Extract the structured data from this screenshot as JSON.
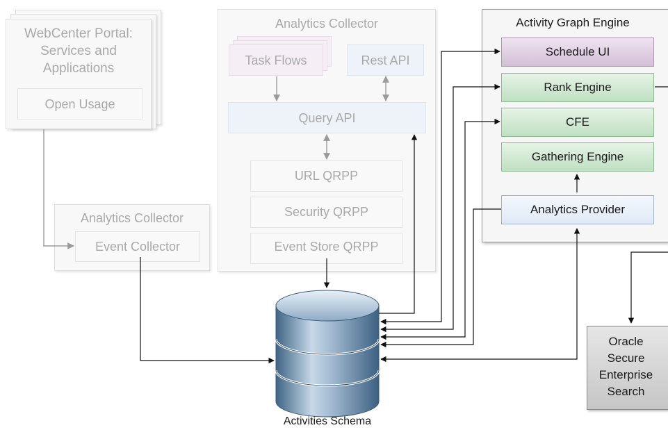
{
  "webcenter": {
    "title": "WebCenter Portal:\nServices and\nApplications",
    "open_usage": "Open Usage"
  },
  "collector_left": {
    "title": "Analytics Collector",
    "event_collector": "Event Collector"
  },
  "collector_center": {
    "title": "Analytics Collector",
    "task_flows": "Task Flows",
    "rest_api": "Rest API",
    "query_api": "Query API",
    "url_qrpp": "URL QRPP",
    "security_qrpp": "Security QRPP",
    "event_store_qrpp": "Event Store QRPP"
  },
  "engine": {
    "title": "Activity Graph Engine",
    "schedule_ui": "Schedule UI",
    "rank_engine": "Rank Engine",
    "cfe": "CFE",
    "gathering_engine": "Gathering Engine",
    "analytics_provider": "Analytics Provider"
  },
  "database": {
    "label": "Activities Schema"
  },
  "oracle": {
    "label": "Oracle\nSecure\nEnterprise\nSearch"
  },
  "colors": {
    "faded_text": "#a9a9a9",
    "green_box": "#cfe8d1",
    "purple_box": "#dccbdf",
    "blue_box": "#e7eef8",
    "db_blue": "#5f84a4"
  }
}
